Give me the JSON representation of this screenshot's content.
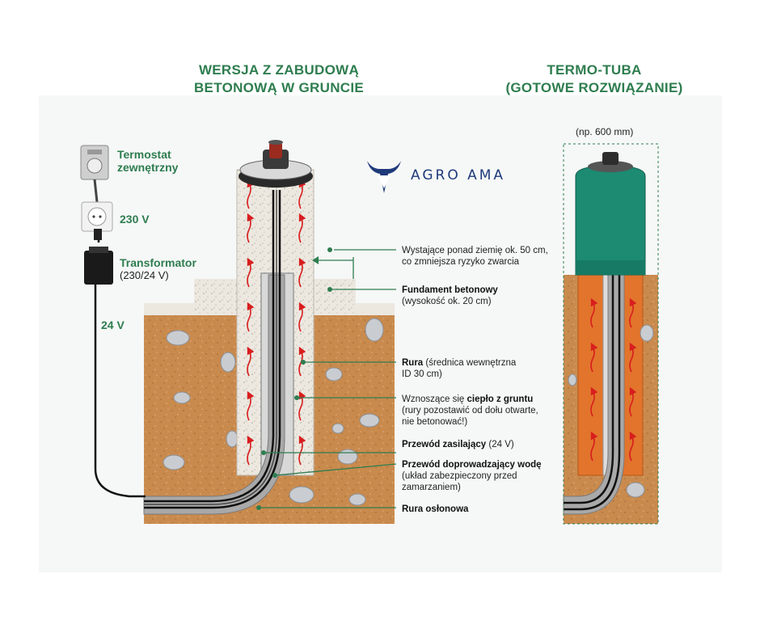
{
  "left_title": [
    "WERSJA Z ZABUDOWĄ",
    "BETONOWĄ W GRUNCIE"
  ],
  "right_title": [
    "TERMO-TUBA",
    "(GOTOWE ROZWIĄZANIE)"
  ],
  "logo": {
    "text": "AGRO AMA",
    "icon": "bull-head-icon",
    "color": "#1e3a7a"
  },
  "left_labels": {
    "thermostat": [
      "Termostat",
      "zewnętrzny"
    ],
    "socket": "230 V",
    "transformer": "Transformator",
    "transformer_sub": "(230/24 V)",
    "cable": "24 V"
  },
  "annotations": [
    {
      "id": "height",
      "bold": "",
      "text": "Wystające ponad ziemię ok. 50 cm,",
      "text2": "co zmniejsza ryzyko zwarcia"
    },
    {
      "id": "foundation",
      "bold": "Fundament betonowy",
      "text": "",
      "text2": "(wysokość ok. 20 cm)"
    },
    {
      "id": "pipe",
      "bold": "Rura",
      "text": " (średnica wewnętrzna",
      "text2": "ID 30 cm)"
    },
    {
      "id": "heat",
      "bold": "",
      "text": "Wznoszące się ",
      "bold2": "ciepło z gruntu",
      "text2": "(rury pozostawić od dołu otwarte,",
      "text3": "nie betonować!)"
    },
    {
      "id": "power",
      "bold": "Przewód zasilający",
      "text": " (24 V)",
      "text2": ""
    },
    {
      "id": "water",
      "bold": "Przewód doprowadzający wodę",
      "text": "",
      "text2": "(układ zabezpieczony przed",
      "text3": "zamarzaniem)"
    },
    {
      "id": "sleeve",
      "bold": "Rura osłonowa",
      "text": "",
      "text2": ""
    }
  ],
  "right_note": "(np. 600 mm)",
  "colors": {
    "accent": "#2e7d4f",
    "soil": "#c98a4d",
    "concrete": "#e8e2d6",
    "tuba": "#1d8a72",
    "orange_pipe": "#e2742c",
    "heat_arrow": "#d81e1e"
  }
}
